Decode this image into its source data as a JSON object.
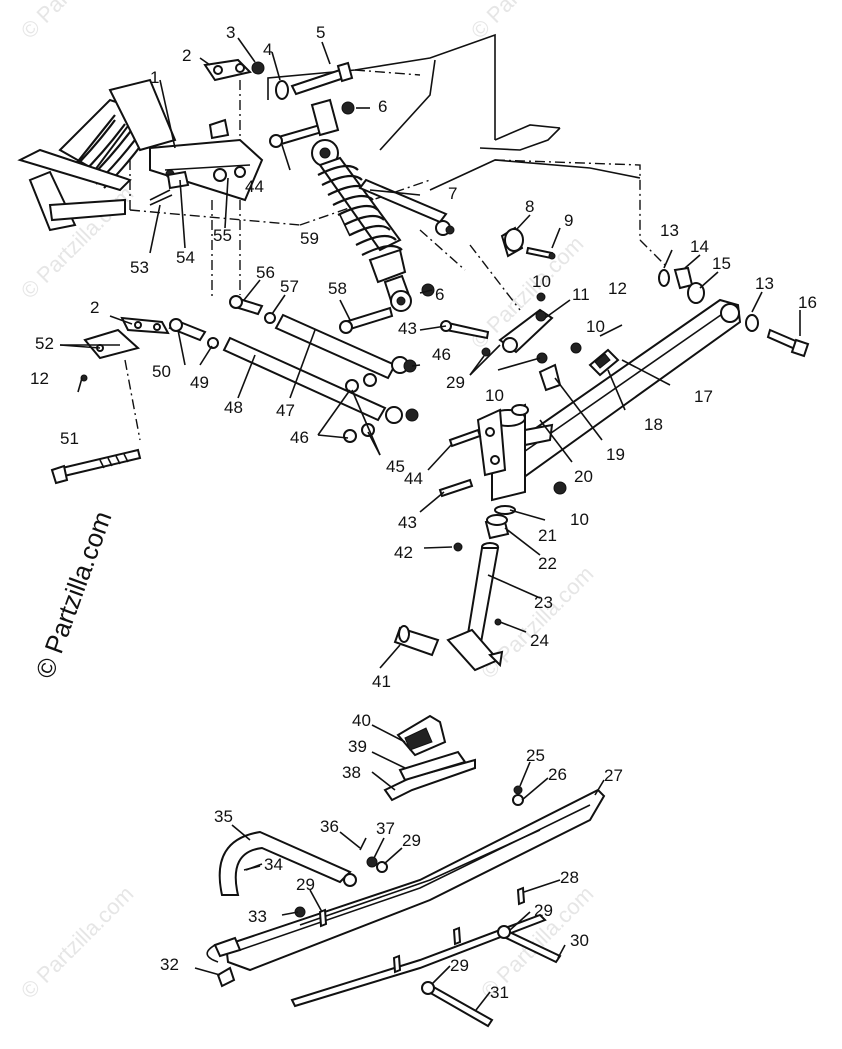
{
  "watermark": "© Partzilla.com",
  "callouts": {
    "n1": "1",
    "n2a": "2",
    "n2b": "2",
    "n3": "3",
    "n4": "4",
    "n5": "5",
    "n6a": "6",
    "n6b": "6",
    "n7": "7",
    "n8": "8",
    "n9": "9",
    "n10a": "10",
    "n10b": "10",
    "n10c": "10",
    "n10d": "10",
    "n11": "11",
    "n12a": "12",
    "n12b": "12",
    "n13a": "13",
    "n13b": "13",
    "n14": "14",
    "n15": "15",
    "n16": "16",
    "n17": "17",
    "n18": "18",
    "n19": "19",
    "n20": "20",
    "n21": "21",
    "n22": "22",
    "n23": "23",
    "n24": "24",
    "n25": "25",
    "n26": "26",
    "n27": "27",
    "n28": "28",
    "n29a": "29",
    "n29b": "29",
    "n29c": "29",
    "n29d": "29",
    "n29e": "29",
    "n30": "30",
    "n31": "31",
    "n32": "32",
    "n33": "33",
    "n34": "34",
    "n35": "35",
    "n36": "36",
    "n37": "37",
    "n38": "38",
    "n39": "39",
    "n40": "40",
    "n41": "41",
    "n42": "42",
    "n43a": "43",
    "n43b": "43",
    "n44a": "44",
    "n44b": "44",
    "n45": "45",
    "n46a": "46",
    "n46b": "46",
    "n47": "47",
    "n48": "48",
    "n49": "49",
    "n50": "50",
    "n51": "51",
    "n52": "52",
    "n53": "53",
    "n54": "54",
    "n55": "55",
    "n56": "56",
    "n57": "57",
    "n58": "58",
    "n59": "59"
  }
}
